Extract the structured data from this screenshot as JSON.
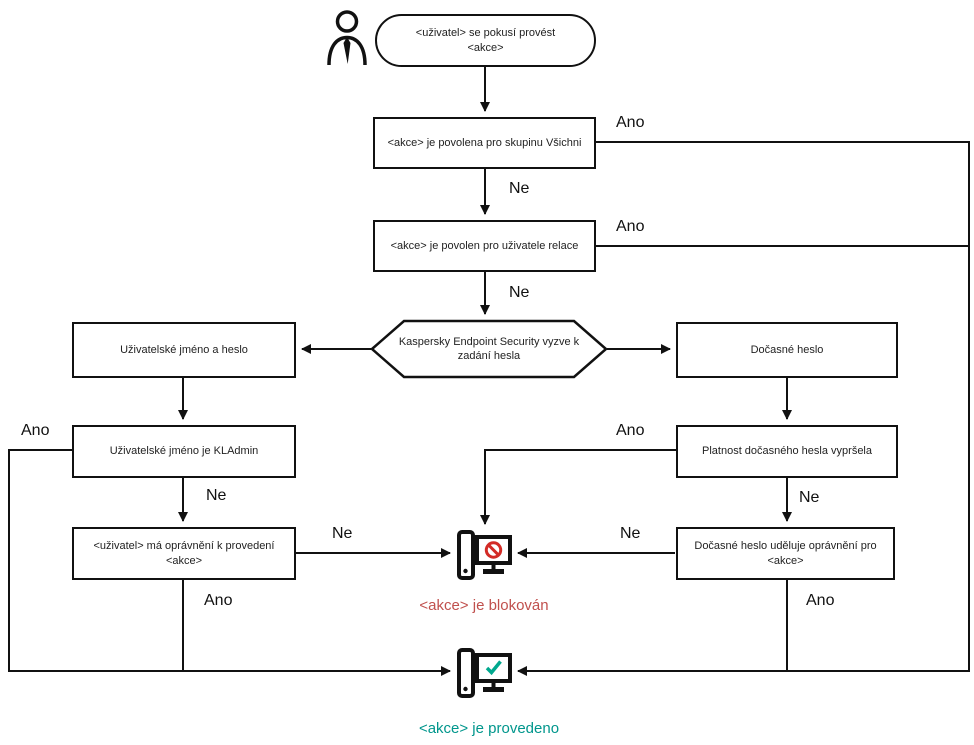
{
  "labels": {
    "yes": "Ano",
    "no": "Ne"
  },
  "nodes": {
    "start": "<uživatel> se pokusí provést <akce>",
    "action_allowed_everyone": "<akce> je povolena pro skupinu Všichni",
    "action_allowed_session_user": "<akce> je povolen pro uživatele relace",
    "password_prompt": "Kaspersky Endpoint Security vyzve k zadání hesla",
    "username_and_password": "Uživatelské jméno a heslo",
    "temporary_password": "Dočasné heslo",
    "username_is_kladmin": "Uživatelské jméno je KLAdmin",
    "temp_password_expired": "Platnost dočasného hesla vypršela",
    "user_has_permission": "<uživatel> má oprávnění k provedení <akce>",
    "temp_password_grants": "Dočasné heslo uděluje oprávnění pro <akce>",
    "action_blocked": "<akce> je blokován",
    "action_executed": "<akce> je provedeno"
  },
  "colors": {
    "line": "#111111",
    "blocked_text": "#c0504d",
    "blocked_sign": "#d32b26",
    "executed_text": "#00968c",
    "check": "#00a88e"
  },
  "icons": {
    "user": "user-icon",
    "blocked": "blocked-computer-icon",
    "executed": "success-computer-icon"
  }
}
